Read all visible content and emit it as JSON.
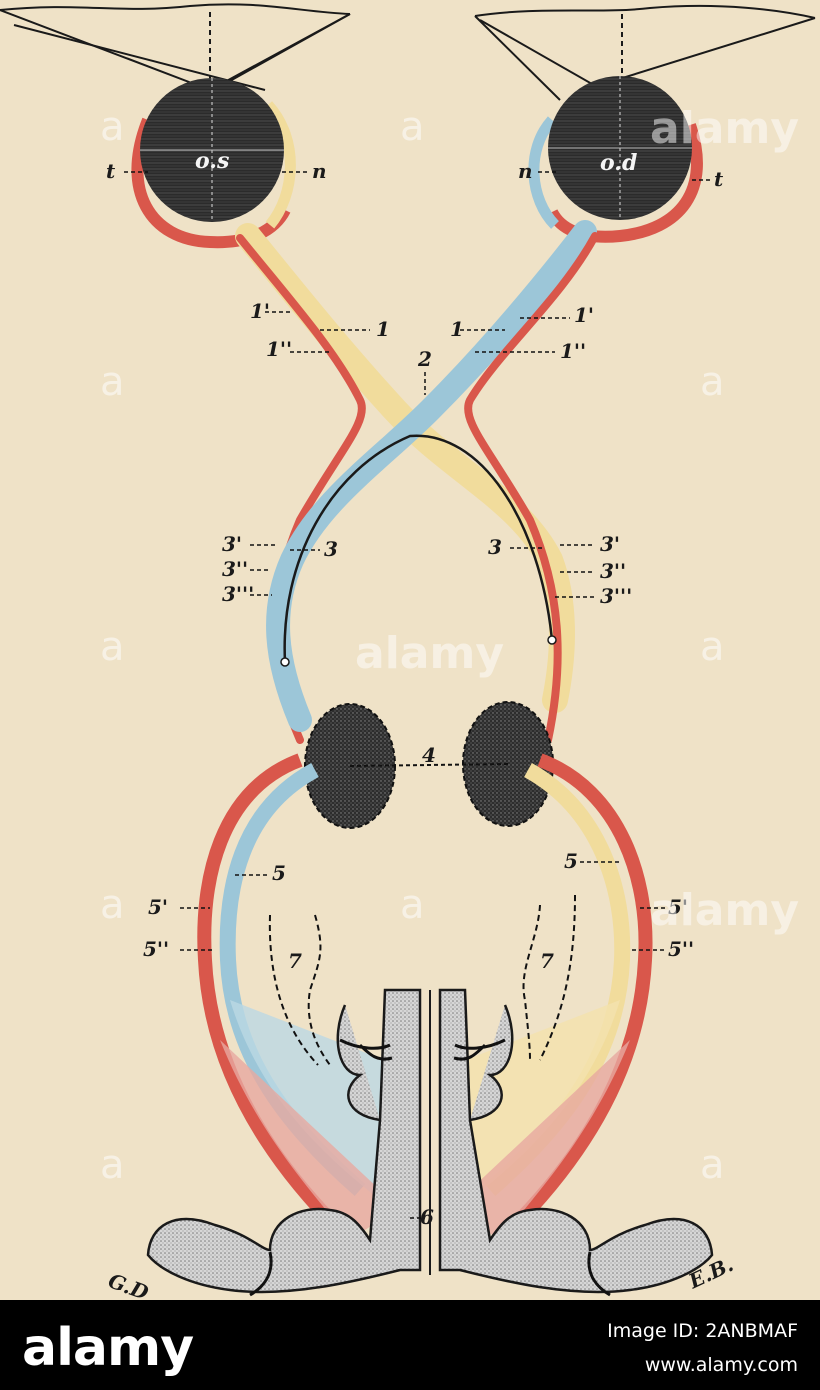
{
  "diagram": {
    "labels": {
      "left_eye": "o.s",
      "right_eye": "o.d",
      "t": "t",
      "n": "n",
      "one": "1",
      "one_p": "1'",
      "one_pp": "1''",
      "two": "2",
      "three": "3",
      "three_p": "3'",
      "three_pp": "3''",
      "three_ppp": "3'''",
      "four": "4",
      "five": "5",
      "five_p": "5'",
      "five_pp": "5''",
      "six": "6",
      "seven": "7"
    },
    "signatures": {
      "left": "G.D",
      "right": "E.B."
    },
    "colors": {
      "background": "#efe2c7",
      "temporal_red": "#d9574b",
      "nasal_yellow": "#f1dc9c",
      "crossed_blue": "#9cc6d8",
      "eye_dark": "#2a2a2a",
      "cortex_gray": "#c9c9c9"
    }
  },
  "watermark": {
    "text": "alamy",
    "mark": "a"
  },
  "footer": {
    "brand": "alamy",
    "image_id": "Image ID: 2ANBMAF",
    "site": "www.alamy.com"
  }
}
